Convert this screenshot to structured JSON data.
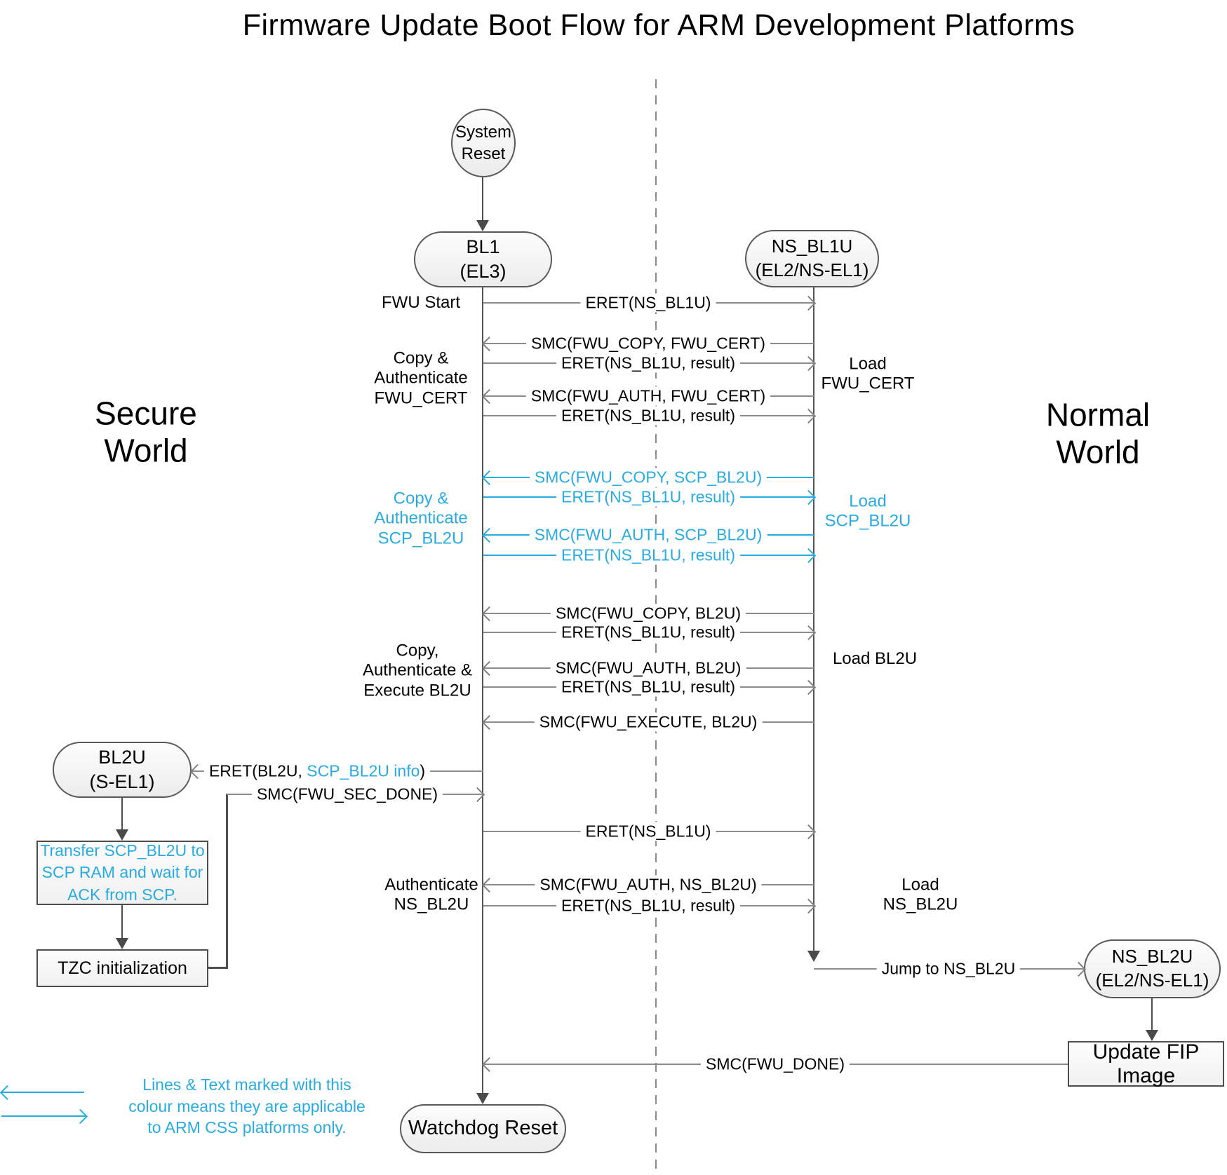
{
  "title": "Firmware Update Boot Flow for ARM Development Platforms",
  "colors": {
    "accent_blue": "#29ABE2"
  },
  "worlds": {
    "secure": {
      "l1": "Secure",
      "l2": "World"
    },
    "normal": {
      "l1": "Normal",
      "l2": "World"
    }
  },
  "nodes": {
    "system_reset": {
      "l1": "System",
      "l2": "Reset"
    },
    "bl1": {
      "l1": "BL1",
      "l2": "(EL3)"
    },
    "ns_bl1u": {
      "l1": "NS_BL1U",
      "l2": "(EL2/NS-EL1)"
    },
    "bl2u": {
      "l1": "BL2U",
      "l2": "(S-EL1)"
    },
    "transfer": {
      "l1": "Transfer SCP_BL2U to",
      "l2": "SCP RAM and wait for",
      "l3": "ACK from SCP."
    },
    "tzc": {
      "label": "TZC initialization"
    },
    "ns_bl2u": {
      "l1": "NS_BL2U",
      "l2": "(EL2/NS-EL1)"
    },
    "update_fip": {
      "label": "Update FIP Image"
    },
    "watchdog": {
      "label": "Watchdog Reset"
    }
  },
  "side_labels": {
    "fwu_start": "FWU Start",
    "copy_auth_fwu_cert": {
      "l1": "Copy &",
      "l2": "Authenticate",
      "l3": "FWU_CERT"
    },
    "copy_auth_scp_bl2u": {
      "l1": "Copy &",
      "l2": "Authenticate",
      "l3": "SCP_BL2U"
    },
    "copy_auth_exec_bl2u": {
      "l1": "Copy,",
      "l2": "Authenticate &",
      "l3": "Execute BL2U"
    },
    "auth_ns_bl2u": {
      "l1": "Authenticate",
      "l2": "NS_BL2U"
    },
    "load_fwu_cert": {
      "l1": "Load",
      "l2": "FWU_CERT"
    },
    "load_scp_bl2u": {
      "l1": "Load",
      "l2": "SCP_BL2U"
    },
    "load_bl2u": "Load BL2U",
    "load_ns_bl2u": {
      "l1": "Load",
      "l2": "NS_BL2U"
    }
  },
  "messages": {
    "m0": "ERET(NS_BL1U)",
    "m1": "SMC(FWU_COPY, FWU_CERT)",
    "m2": "ERET(NS_BL1U, result)",
    "m3": "SMC(FWU_AUTH, FWU_CERT)",
    "m4": "ERET(NS_BL1U, result)",
    "m5": "SMC(FWU_COPY, SCP_BL2U)",
    "m6": "ERET(NS_BL1U, result)",
    "m7": "SMC(FWU_AUTH, SCP_BL2U)",
    "m8": "ERET(NS_BL1U, result)",
    "m9": "SMC(FWU_COPY, BL2U)",
    "m10": "ERET(NS_BL1U, result)",
    "m11": "SMC(FWU_AUTH, BL2U)",
    "m12": "ERET(NS_BL1U, result)",
    "m13": "SMC(FWU_EXECUTE, BL2U)",
    "eret_bl2u": {
      "p1": "ERET(BL2U, ",
      "p2": "SCP_BL2U info",
      "p3": ")"
    },
    "m15": "SMC(FWU_SEC_DONE)",
    "m16": "ERET(NS_BL1U)",
    "m17": "SMC(FWU_AUTH, NS_BL2U)",
    "m18": "ERET(NS_BL1U, result)",
    "jump": "Jump to NS_BL2U",
    "m20": "SMC(FWU_DONE)"
  },
  "legend": {
    "l1": "Lines & Text marked with this",
    "l2": "colour means they are applicable",
    "l3": "to ARM CSS platforms only."
  }
}
